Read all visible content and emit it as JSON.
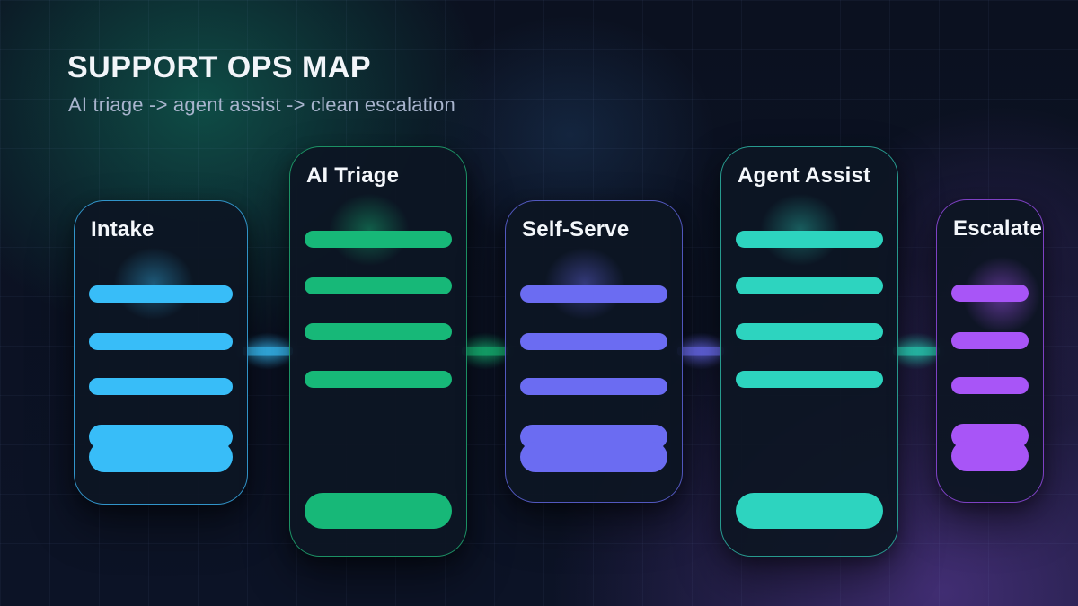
{
  "header": {
    "title": "SUPPORT OPS MAP",
    "subtitle": "AI triage -> agent assist -> clean escalation"
  },
  "cards": [
    {
      "id": "intake",
      "title": "Intake",
      "size": "short",
      "accent": "#38bdf8",
      "border_color": "rgba(56,170,230,0.85)",
      "glow": "rgba(56,189,248,0.40)",
      "rows": [
        "bar",
        "bar",
        "bar",
        "stack"
      ]
    },
    {
      "id": "ai-triage",
      "title": "AI Triage",
      "size": "tall",
      "accent": "#17b878",
      "border_color": "rgba(30,158,108,0.9)",
      "glow": "rgba(23,184,120,0.45)",
      "rows": [
        "bar",
        "bar",
        "bar",
        "bar",
        "cta"
      ]
    },
    {
      "id": "self-serve",
      "title": "Self-Serve",
      "size": "short",
      "accent": "#6b6cf2",
      "border_color": "rgba(90,95,208,0.9)",
      "glow": "rgba(107,108,242,0.42)",
      "rows": [
        "bar",
        "bar",
        "bar",
        "stack"
      ]
    },
    {
      "id": "agent-assist",
      "title": "Agent Assist",
      "size": "tall",
      "accent": "#2dd4bf",
      "border_color": "rgba(42,168,154,0.9)",
      "glow": "rgba(45,212,191,0.38)",
      "rows": [
        "bar",
        "bar",
        "bar",
        "bar",
        "cta"
      ]
    },
    {
      "id": "escalate",
      "title": "Escalate",
      "size": "short",
      "accent": "#a855f7",
      "border_color": "rgba(139,70,214,0.9)",
      "glow": "rgba(168,85,247,0.50)",
      "rows": [
        "bar",
        "bar",
        "bar",
        "stack"
      ]
    }
  ],
  "connectors": [
    {
      "id": "c1",
      "from": "Intake",
      "to": "AI Triage",
      "color": "#38bdf8",
      "glow": "rgba(56,189,248,0.55)"
    },
    {
      "id": "c2",
      "from": "AI Triage",
      "to": "Self-Serve",
      "color": "#17b878",
      "glow": "rgba(23,184,120,0.55)"
    },
    {
      "id": "c3",
      "from": "Self-Serve",
      "to": "Agent Assist",
      "color": "#6b6cf2",
      "glow": "rgba(107,108,242,0.55)"
    },
    {
      "id": "c4",
      "from": "Agent Assist",
      "to": "Escalate",
      "color": "#2dd4bf",
      "glow": "rgba(45,212,191,0.55)"
    }
  ],
  "background": {
    "base": "#0b1120",
    "glow_top_left": "#14a57d",
    "glow_bottom_right": "#8a52dc",
    "card_background": "#0d1523"
  }
}
